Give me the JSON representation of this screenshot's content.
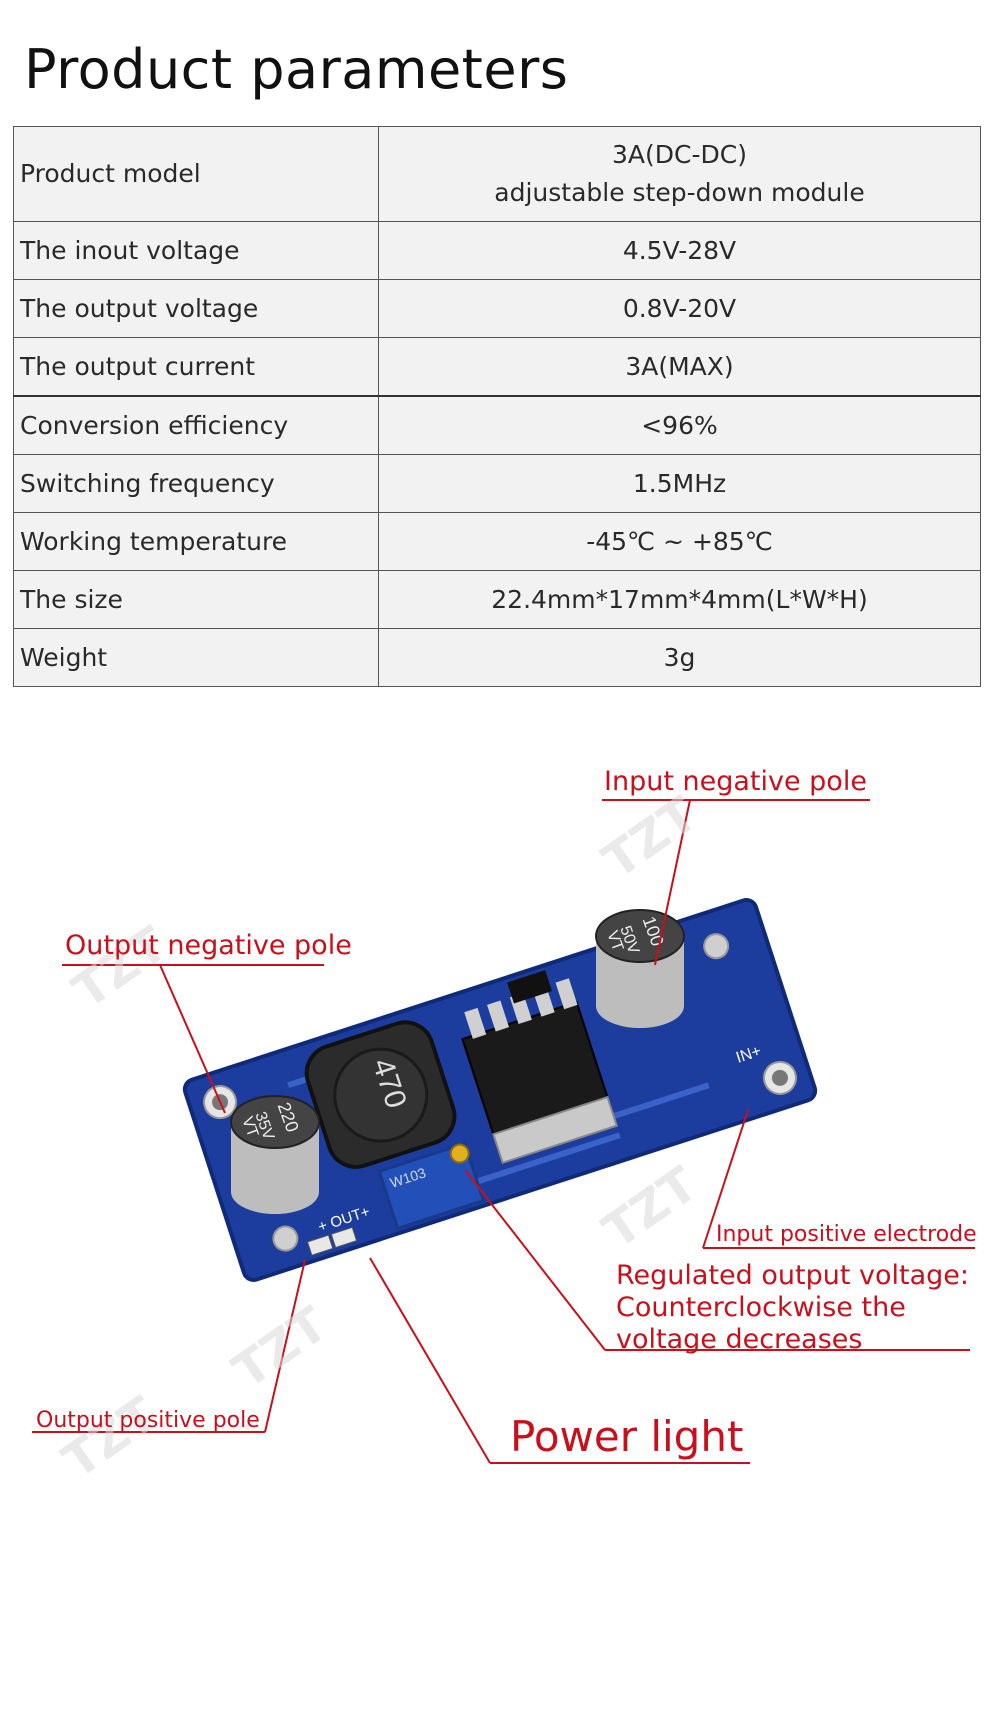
{
  "page": {
    "title": "Product parameters"
  },
  "params": {
    "rows": [
      {
        "key": "Product model",
        "value": "3A(DC-DC)",
        "value2": "adjustable step-down module"
      },
      {
        "key": "The inout voltage",
        "value": "4.5V-28V"
      },
      {
        "key": "The output voltage",
        "value": "0.8V-20V"
      },
      {
        "key": "The output current",
        "value": "3A(MAX)"
      },
      {
        "key": "Conversion efficiency",
        "value": "<96%"
      },
      {
        "key": "Switching frequency",
        "value": "1.5MHz"
      },
      {
        "key": "Working temperature",
        "value": "-45℃ ~ +85℃"
      },
      {
        "key": "The size",
        "value": "22.4mm*17mm*4mm(L*W*H)"
      },
      {
        "key": "Weight",
        "value": "3g"
      }
    ]
  },
  "watermark": "TZT",
  "diagram": {
    "labels": {
      "input_negative": "Input negative pole",
      "output_negative": "Output negative pole",
      "input_positive": "Input positive electrode",
      "regulated_1": "Regulated output voltage:",
      "regulated_2": "Counterclockwise the",
      "regulated_3": "voltage decreases",
      "output_positive": "Output positive pole",
      "power_light": "Power light"
    },
    "board": {
      "inductor_mark": "470",
      "cap_in_1": "100",
      "cap_in_2": "50V",
      "cap_in_3": "VT",
      "cap_out_1": "220",
      "cap_out_2": "35V",
      "cap_out_3": "VT",
      "pin_in": "IN+",
      "pin_out": "+ OUT+",
      "pot_mark": "W103"
    },
    "colors": {
      "label": "#c8101c",
      "pcb": "#1c3d9e",
      "pcb_edge": "#0f2a78"
    }
  }
}
